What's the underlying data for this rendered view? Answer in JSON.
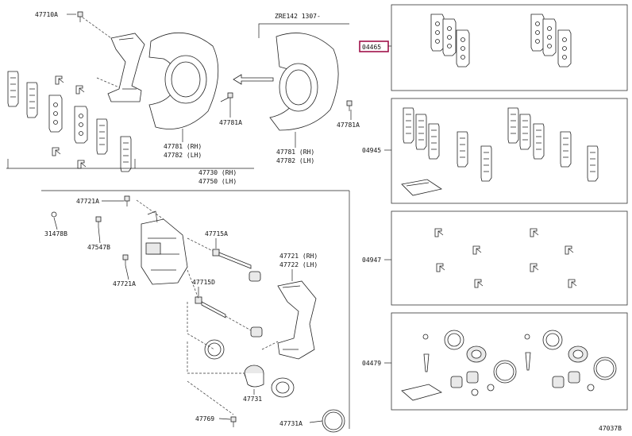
{
  "diagram": {
    "model_note": "ZRE142 1307-",
    "highlighted_part": "04465",
    "drawing_number": "47037B",
    "labels": {
      "p47710A": "47710A",
      "p47781A_left": "47781A",
      "p47781A_right": "47781A",
      "p47781RH_left": "47781 (RH)",
      "p47782LH_left": "47782 (LH)",
      "p47781RH_right": "47781 (RH)",
      "p47782LH_right": "47782 (LH)",
      "p47730RH": "47730 (RH)",
      "p47750LH": "47750 (LH)",
      "p47721A_top": "47721A",
      "p31478B": "31478B",
      "p47547B": "47547B",
      "p47715A": "47715A",
      "p47721A_bottom": "47721A",
      "p47715D": "47715D",
      "p47721RH": "47721 (RH)",
      "p47722LH": "47722 (LH)",
      "p47731": "47731",
      "p47769": "47769",
      "p47731A": "47731A",
      "p04465": "04465",
      "p04945": "04945",
      "p04947": "04947",
      "p04479": "04479"
    }
  }
}
